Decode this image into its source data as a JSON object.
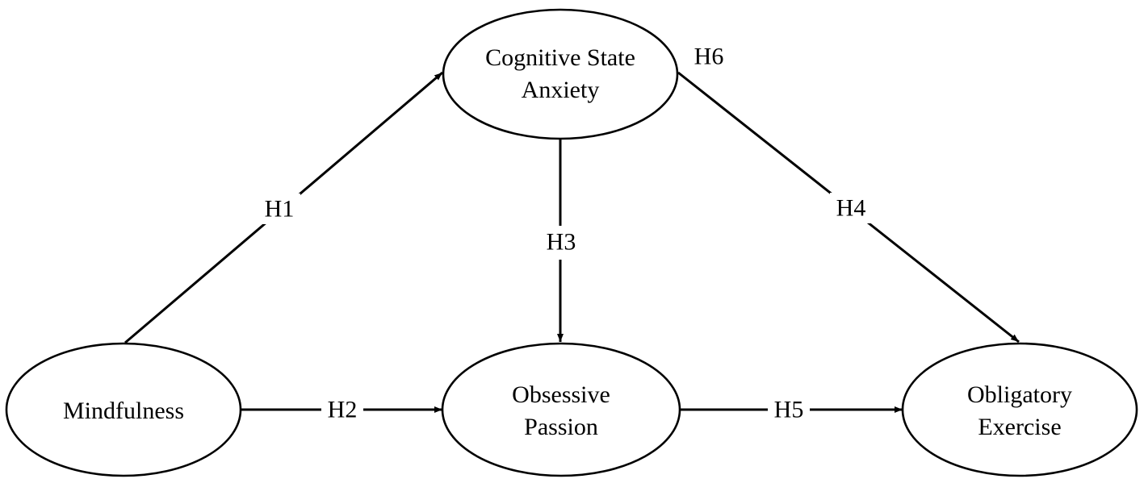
{
  "diagram": {
    "nodes": [
      {
        "id": "csa",
        "lines": [
          "Cognitive State",
          "Anxiety"
        ]
      },
      {
        "id": "mind",
        "lines": [
          "Mindfulness"
        ]
      },
      {
        "id": "op",
        "lines": [
          "Obsessive",
          "Passion"
        ]
      },
      {
        "id": "oe",
        "lines": [
          "Obligatory",
          "Exercise"
        ]
      }
    ],
    "edges": [
      {
        "id": "h1",
        "from": "mind",
        "to": "csa",
        "label": "H1"
      },
      {
        "id": "h2",
        "from": "mind",
        "to": "op",
        "label": "H2"
      },
      {
        "id": "h3",
        "from": "csa",
        "to": "op",
        "label": "H3"
      },
      {
        "id": "h4",
        "from": "csa",
        "to": "oe",
        "label": "H4"
      },
      {
        "id": "h5",
        "from": "op",
        "to": "oe",
        "label": "H5"
      }
    ],
    "annotations": [
      {
        "id": "h6",
        "label": "H6"
      }
    ]
  }
}
